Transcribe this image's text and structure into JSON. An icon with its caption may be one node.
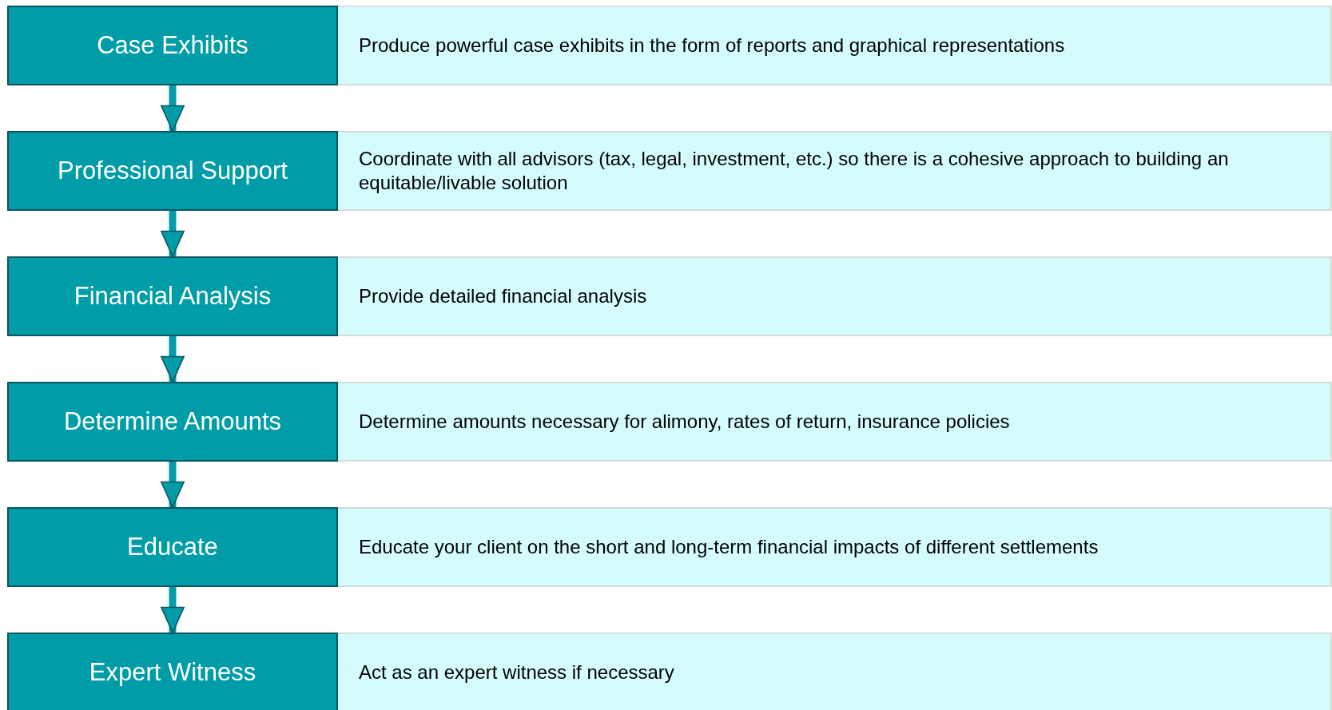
{
  "diagram": {
    "nodes": [
      {
        "text": [
          "Case Exhibits"
        ]
      },
      {
        "text": [
          "Produce powerful case exhibits in the form of reports and graphical representations"
        ]
      },
      {
        "text": [
          "Professional Support"
        ]
      },
      {
        "text": [
          "Coordinate with all advisors (tax, legal, investment, etc.) so there is a cohesive approach to building an equitable/livable solution"
        ]
      },
      {
        "text": [
          "Financial Analysis"
        ]
      },
      {
        "text": [
          "Provide detailed financial analysis"
        ]
      },
      {
        "text": [
          "Determine Amounts"
        ]
      },
      {
        "text": [
          "Determine amounts necessary for alimony, rates of return, insurance policies"
        ]
      },
      {
        "text": [
          "Educate"
        ]
      },
      {
        "text": [
          "Educate your client on the short and long-term financial impacts of different settlements"
        ]
      },
      {
        "text": [
          "Expert Witness"
        ]
      },
      {
        "text": [
          "Act as an expert witness if necessary"
        ]
      }
    ],
    "edges": [
      {
        "from": 0,
        "to": 2,
        "arrow": "to"
      },
      {
        "from": 2,
        "to": 4,
        "arrow": "to"
      },
      {
        "from": 4,
        "to": 6,
        "arrow": "to"
      },
      {
        "from": 6,
        "to": 8,
        "arrow": "to"
      },
      {
        "from": 8,
        "to": 10,
        "arrow": "to"
      }
    ]
  }
}
